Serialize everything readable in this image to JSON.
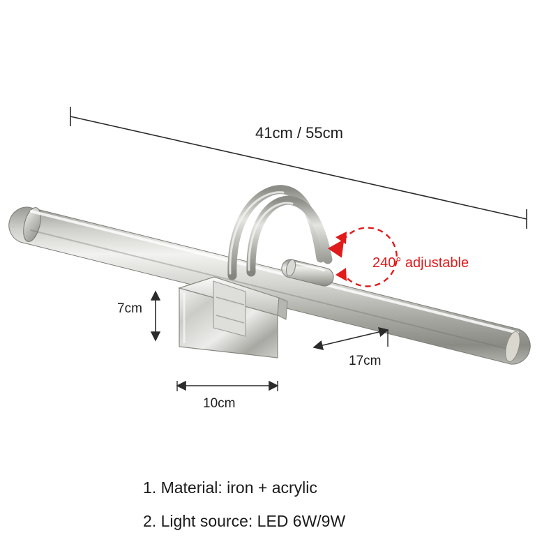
{
  "product": {
    "alt": "wall mounted LED vanity mirror light, brushed nickel"
  },
  "dimensions": {
    "length": "41cm / 55cm",
    "height": "7cm",
    "base_width": "10cm",
    "arm_reach": "17cm"
  },
  "adjustable": {
    "label": "240° adjustable",
    "color": "#e01b1b"
  },
  "specs": [
    "1. Material: iron + acrylic",
    "2. Light source: LED 6W/9W"
  ],
  "colors": {
    "metal_light": "#e6e6e4",
    "metal_mid": "#b9b9b5",
    "metal_dark": "#8d8d89",
    "line": "#2b2b2b",
    "accent": "#e01b1b"
  }
}
